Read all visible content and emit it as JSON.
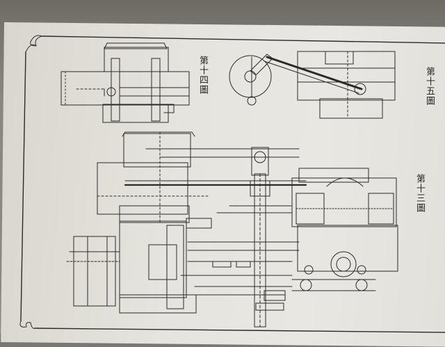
{
  "figure_labels": {
    "fig13": "第十三圖",
    "fig14": "第十四圖",
    "fig15": "第十五圖"
  },
  "colors": {
    "paper": "#e6e4de",
    "ink": "#2b2a28",
    "background": "#7a7872"
  },
  "icons": {
    "border": "double-rule-frame",
    "drawings": "engineering-line-drawing"
  }
}
